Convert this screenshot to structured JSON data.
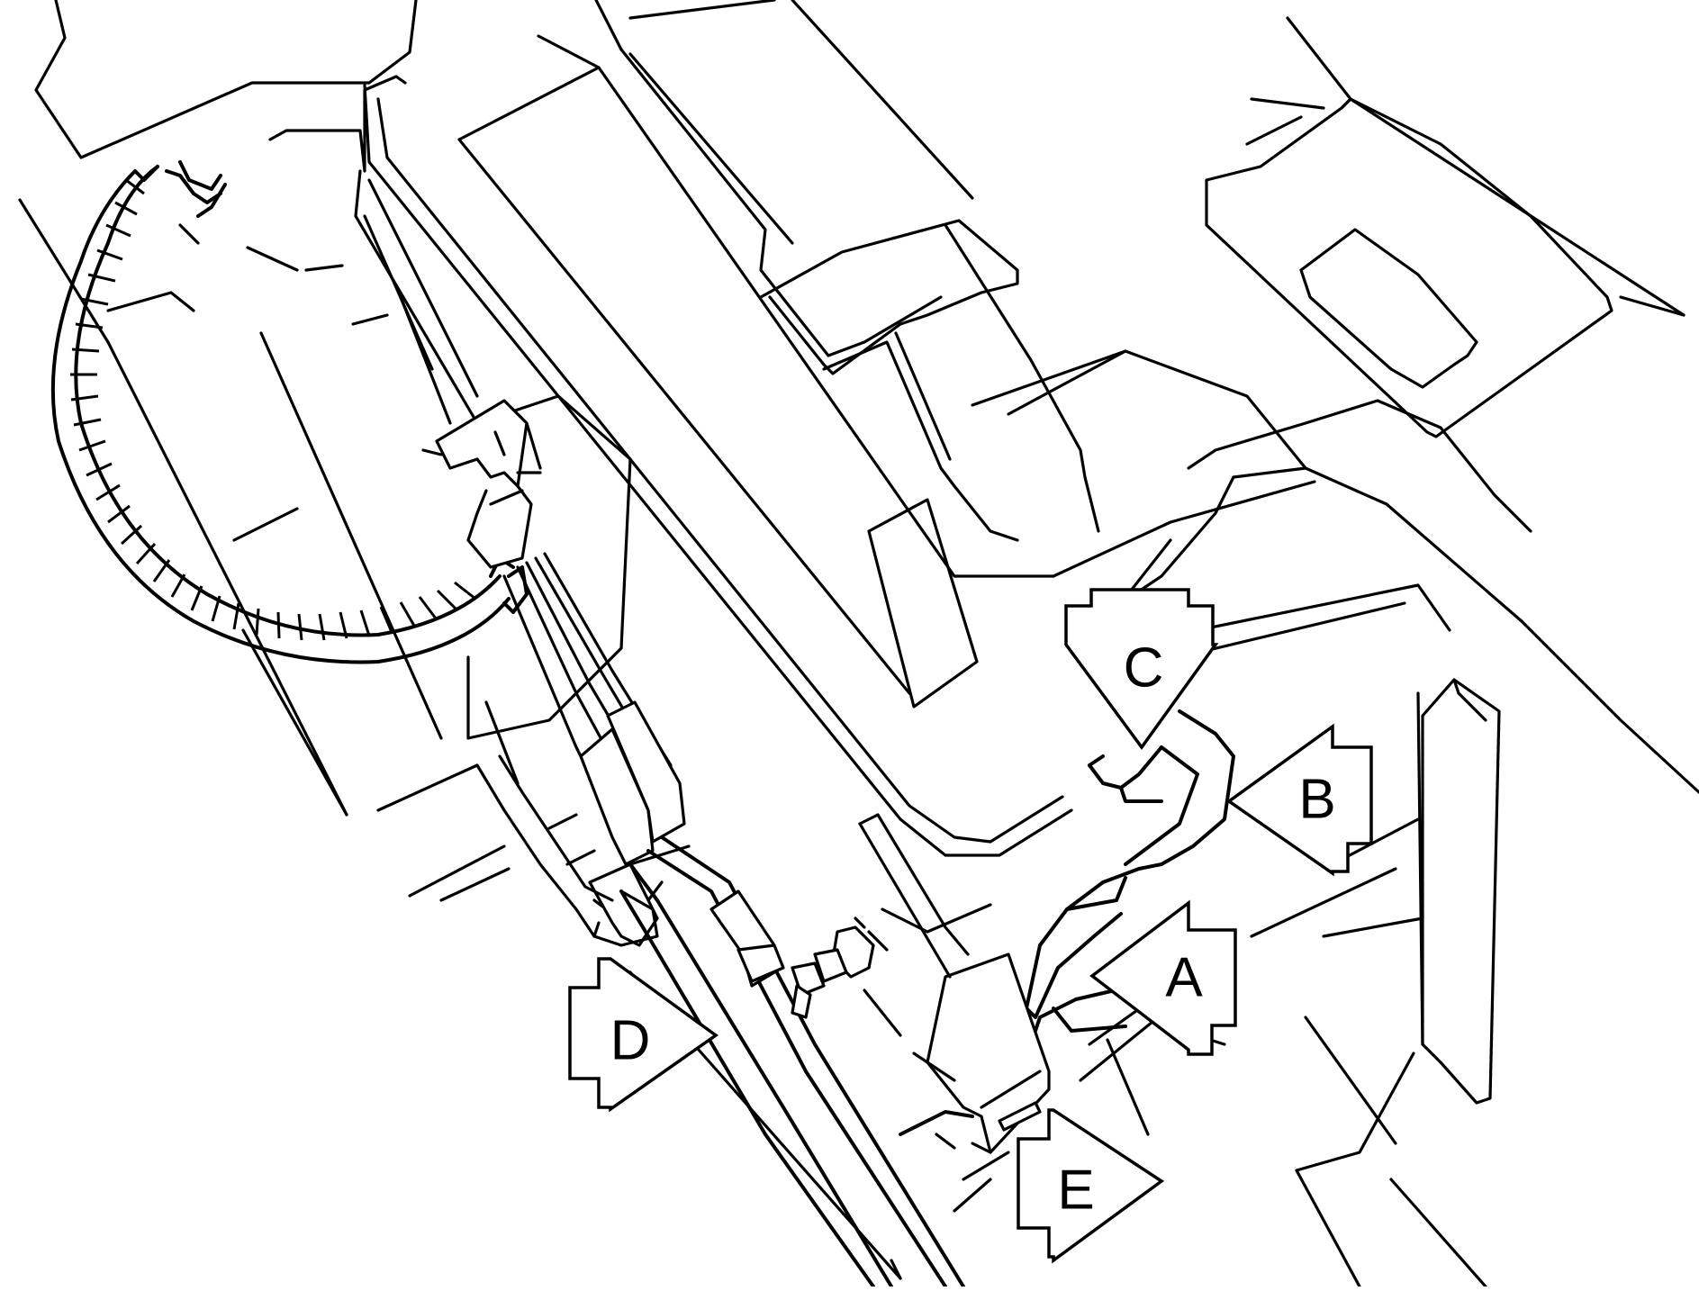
{
  "diagram": {
    "callouts": [
      {
        "id": "A",
        "label": "A"
      },
      {
        "id": "B",
        "label": "B"
      },
      {
        "id": "C",
        "label": "C"
      },
      {
        "id": "D",
        "label": "D"
      },
      {
        "id": "E",
        "label": "E"
      }
    ]
  }
}
